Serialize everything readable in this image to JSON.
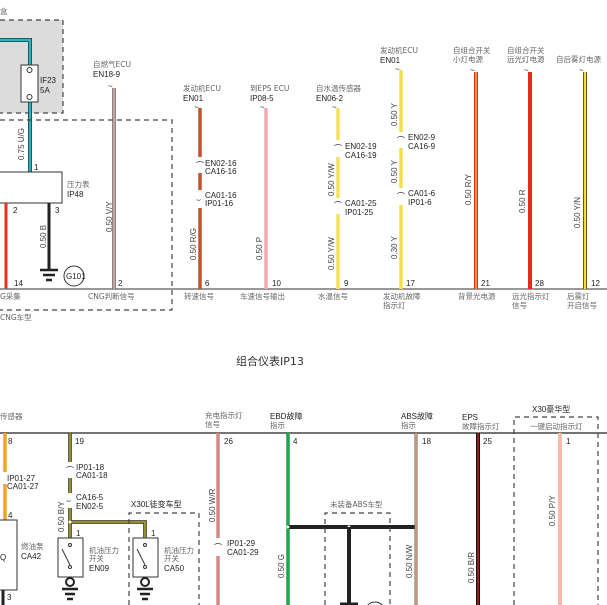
{
  "colors": {
    "teal": "#2bb3c0",
    "red": "#e0301e",
    "black": "#222222",
    "mauve": "#b88f96",
    "rg": "#c0532a",
    "pink": "#f4a8b2",
    "yellow": "#f5e25a",
    "green": "#1ea64a",
    "wr": "#d68a88",
    "nw": "#c48a74",
    "br": "#7a1f1f",
    "py": "#f7bcae",
    "orange": "#f2a12a",
    "by": "#7a7430"
  },
  "top": {
    "fusebox_label": "盒",
    "fuse": {
      "id": "IF23",
      "rating": "5A",
      "wire": "0.75 U/G"
    },
    "gauge": {
      "name": "压力表",
      "id": "IP48",
      "pin1": "1",
      "pin2": "2",
      "pin3": "3"
    },
    "ground": {
      "wire": "0.50 B",
      "id": "G101"
    },
    "cng_box_label": "CNG车型",
    "circuits": [
      {
        "pin": "14",
        "signal": "G采集"
      },
      {
        "source": "自燃气ECU",
        "conn": "EN18-9",
        "wire": "0.50 V/Y",
        "pin": "2",
        "signal": "CNG判断信号"
      },
      {
        "source": "发动机ECU",
        "conn": "EN01",
        "splice1": [
          "EN02-16",
          "CA16-16"
        ],
        "splice2": [
          "CA01-16",
          "IP01-16"
        ],
        "wire": "0.50 R/G",
        "pin": "6",
        "signal": "转速信号"
      },
      {
        "source": "到EPS ECU",
        "conn": "IP08-5",
        "wire": "0.50 P",
        "pin": "10",
        "signal": "车速信号输出"
      },
      {
        "source": "自水温传感器",
        "conn": "EN06-2",
        "splice1": [
          "EN02-19",
          "CA16-19"
        ],
        "splice2": [
          "CA01-25",
          "IP01-25"
        ],
        "wire1": "0.50 Y/W",
        "wire2": "0.50 Y/W",
        "pin": "9",
        "signal": "水温信号"
      },
      {
        "source": "发动机ECU",
        "conn": "EN01",
        "splice1": [
          "EN02-9",
          "CA16-9"
        ],
        "splice2": [
          "CA01-6",
          "IP01-6"
        ],
        "wire1": "0.50 Y",
        "wire2": "0.50 Y",
        "wire3": "0.30 Y",
        "pin": "17",
        "signal": [
          "发动机故障",
          "指示灯"
        ]
      },
      {
        "source": [
          "自组合开关",
          "小灯电源"
        ],
        "wire": "0.50 R/Y",
        "pin": "21",
        "signal": "背景光电源"
      },
      {
        "source": [
          "自组合开关",
          "远光灯电源"
        ],
        "wire": "0.50 R",
        "pin": "28",
        "signal": [
          "远光指示灯",
          "信号"
        ]
      },
      {
        "source": "自后雾灯电源",
        "wire": "0.50 Y/N",
        "pin": "12",
        "signal": [
          "后雾灯",
          "开启信号"
        ]
      }
    ]
  },
  "title": "组合仪表IP13",
  "bottom": {
    "headers": {
      "sensor": "传感器",
      "charge": [
        "充电指示灯",
        "信号"
      ],
      "ebd": [
        "EBD故障",
        "指示"
      ],
      "abs": [
        "ABS故障",
        "指示"
      ],
      "eps": [
        "EPS",
        "故障指示灯"
      ],
      "x30": "X30豪华型",
      "onekey": "一键启动指示灯"
    },
    "fuel": {
      "pin_top": "8",
      "splice": [
        "IP01-27",
        "CA01-27"
      ],
      "pin4": "4",
      "name": "燃油泵",
      "id": "CA42",
      "pin3": "3"
    },
    "oil": {
      "pin": "19",
      "splice1": [
        "IP01-18",
        "CA01-18"
      ],
      "splice2": [
        "CA16-5",
        "EN02-5"
      ],
      "wire": "0.50 B/Y",
      "sw1": {
        "pin": "1",
        "name": [
          "机油压力",
          "开关"
        ],
        "id": "EN09"
      },
      "sw2": {
        "pin": "1",
        "name": [
          "机油压力",
          "开关"
        ],
        "id": "CA50"
      },
      "box_label": "X30L徒变车型"
    },
    "charge": {
      "pin": "26",
      "wire": "0.50 W/R",
      "splice": [
        "IP01-29",
        "CA01-29"
      ]
    },
    "ebd": {
      "pin": "4",
      "wire": "0.50 G"
    },
    "noabs_label": "未装备ABS车型",
    "abs": {
      "pin": "18",
      "wire": "0.50 N/W"
    },
    "eps": {
      "pin": "25",
      "wire": "0.50 B/R"
    },
    "onekey": {
      "pin": "1",
      "wire": "0.50 P/Y"
    }
  }
}
